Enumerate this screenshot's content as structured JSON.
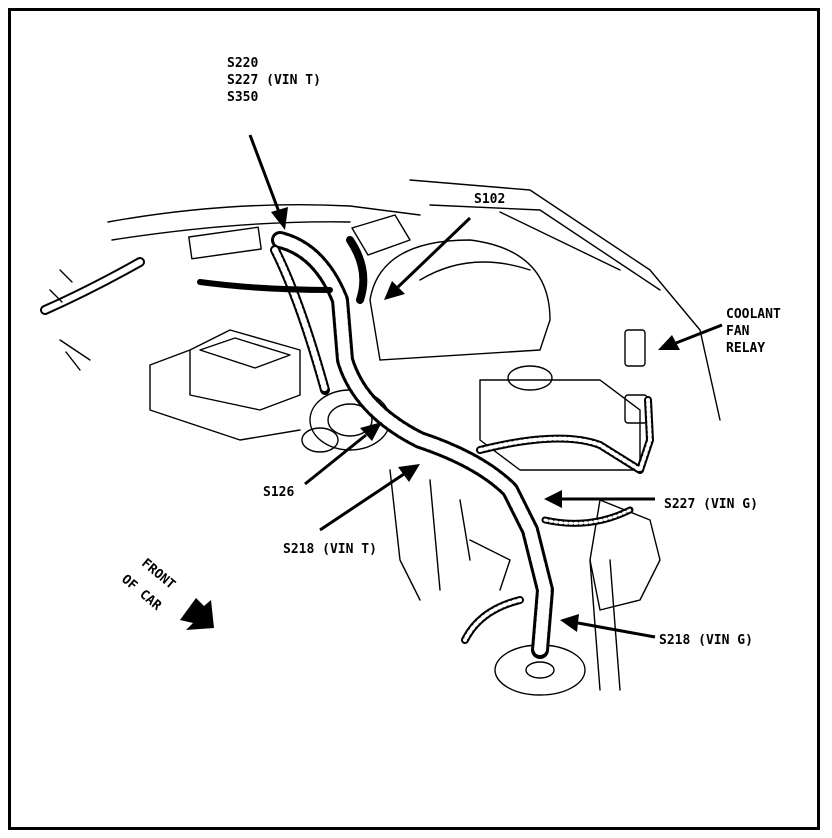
{
  "labels": {
    "top_callout": [
      "S220",
      "S227 (VIN T)",
      "S350"
    ],
    "s102": "S102",
    "coolant": [
      "COOLANT",
      "FAN",
      "RELAY"
    ],
    "s126": "S126",
    "s218_vin_t": "S218 (VIN T)",
    "s227_vin_g": "S227 (VIN G)",
    "s218_vin_g": "S218 (VIN G)",
    "front": [
      "FRONT",
      "OF CAR"
    ]
  }
}
